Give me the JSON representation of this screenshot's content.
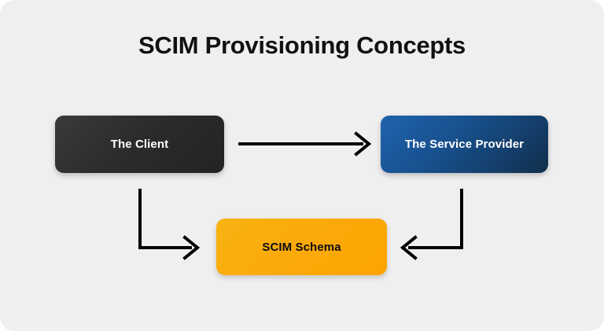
{
  "diagram": {
    "title": "SCIM Provisioning Concepts",
    "background_color": "#efeff0",
    "nodes": [
      {
        "id": "client",
        "label": "The Client",
        "fill_from": "#3a3a3a",
        "fill_to": "#232323",
        "text_color": "#ffffff"
      },
      {
        "id": "provider",
        "label": "The Service Provider",
        "fill_from": "#1f63ad",
        "fill_to": "#11304c",
        "text_color": "#ffffff"
      },
      {
        "id": "schema",
        "label": "SCIM Schema",
        "fill_from": "#f7b312",
        "fill_to": "#fda402",
        "text_color": "#0c0c0c"
      }
    ],
    "connectors": [
      {
        "id": "client-to-provider",
        "from": "client",
        "to": "provider",
        "shape": "straight-horizontal",
        "direction": "right",
        "color": "#000000"
      },
      {
        "id": "client-to-schema",
        "from": "client",
        "to": "schema",
        "shape": "elbow-down-right",
        "direction": "right",
        "color": "#000000"
      },
      {
        "id": "provider-to-schema",
        "from": "provider",
        "to": "schema",
        "shape": "elbow-down-left",
        "direction": "left",
        "color": "#000000"
      }
    ]
  }
}
